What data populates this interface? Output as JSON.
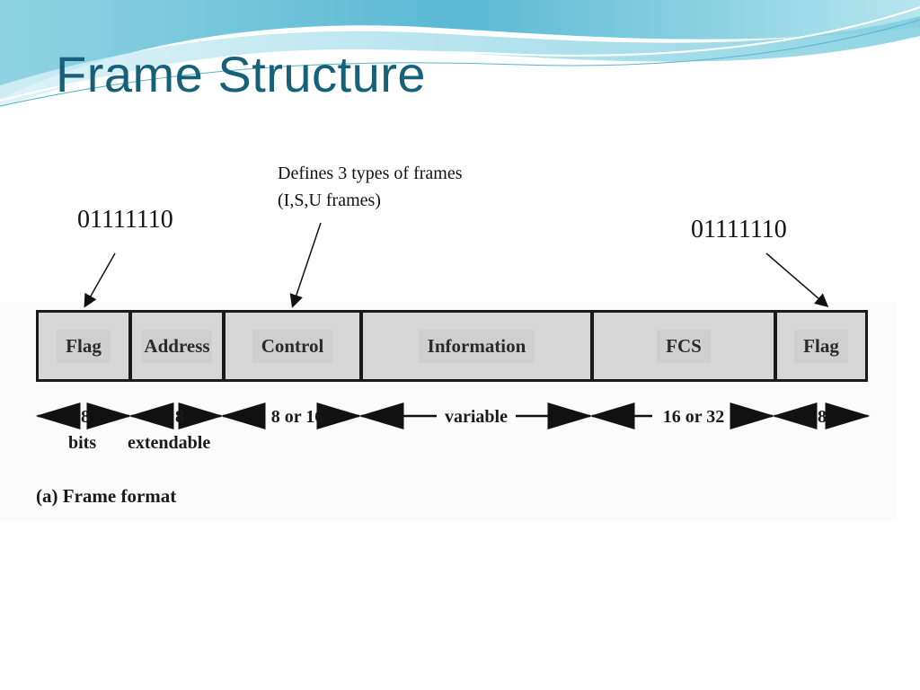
{
  "title": "Frame Structure",
  "annotations": {
    "control_note_line1": "Defines 3 types of frames",
    "control_note_line2": "(I,S,U frames)",
    "flag_bits_left": "01111110",
    "flag_bits_right": "01111110"
  },
  "frame": {
    "fields": [
      {
        "label": "Flag",
        "width_label": "8"
      },
      {
        "label": "Address",
        "width_label": "8"
      },
      {
        "label": "Control",
        "width_label": "8 or 16"
      },
      {
        "label": "Information",
        "width_label": "variable"
      },
      {
        "label": "FCS",
        "width_label": "16 or 32"
      },
      {
        "label": "Flag",
        "width_label": "8"
      }
    ],
    "sub_labels": {
      "bits": "bits",
      "extendable": "extendable"
    },
    "caption": "(a) Frame format"
  },
  "colors": {
    "title": "#17607a",
    "field_fill": "#d7d7d7",
    "border": "#1a1a1a"
  }
}
